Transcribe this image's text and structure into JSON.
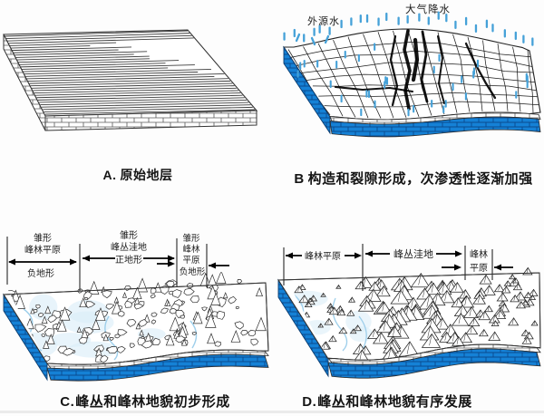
{
  "panels": {
    "a": {
      "caption_letter": "A.",
      "caption": "原始地层"
    },
    "b": {
      "caption_letter": "B",
      "caption": "构造和裂隙形成，次渗透性逐渐加强",
      "labels": {
        "external_water": "外源水",
        "precipitation": "大气降水"
      }
    },
    "c": {
      "caption_letter": "C.",
      "caption": "峰丛和峰林地貌初步形成",
      "labels": {
        "left": [
          "雏形",
          "峰林平原",
          "负地形"
        ],
        "middle": [
          "雏形",
          "峰丛洼地",
          "正地形"
        ],
        "right": [
          "雏形",
          "峰林",
          "平原",
          "负地形"
        ]
      }
    },
    "d": {
      "caption_letter": "D.",
      "caption": "峰丛和峰林地貌有序发展",
      "labels": {
        "left": "峰林平原",
        "middle": "峰丛洼地",
        "right": [
          "峰林",
          "平原"
        ]
      }
    }
  },
  "colors": {
    "layer_blue": "#1581d6",
    "layer_blue_dark": "#0a4a8f",
    "rain_blue": "#45a1d8",
    "river_blue": "#9ecfeb",
    "river_wash": "#d9ecf8",
    "line_dark": "#222222",
    "background": "#fdfdfd"
  }
}
